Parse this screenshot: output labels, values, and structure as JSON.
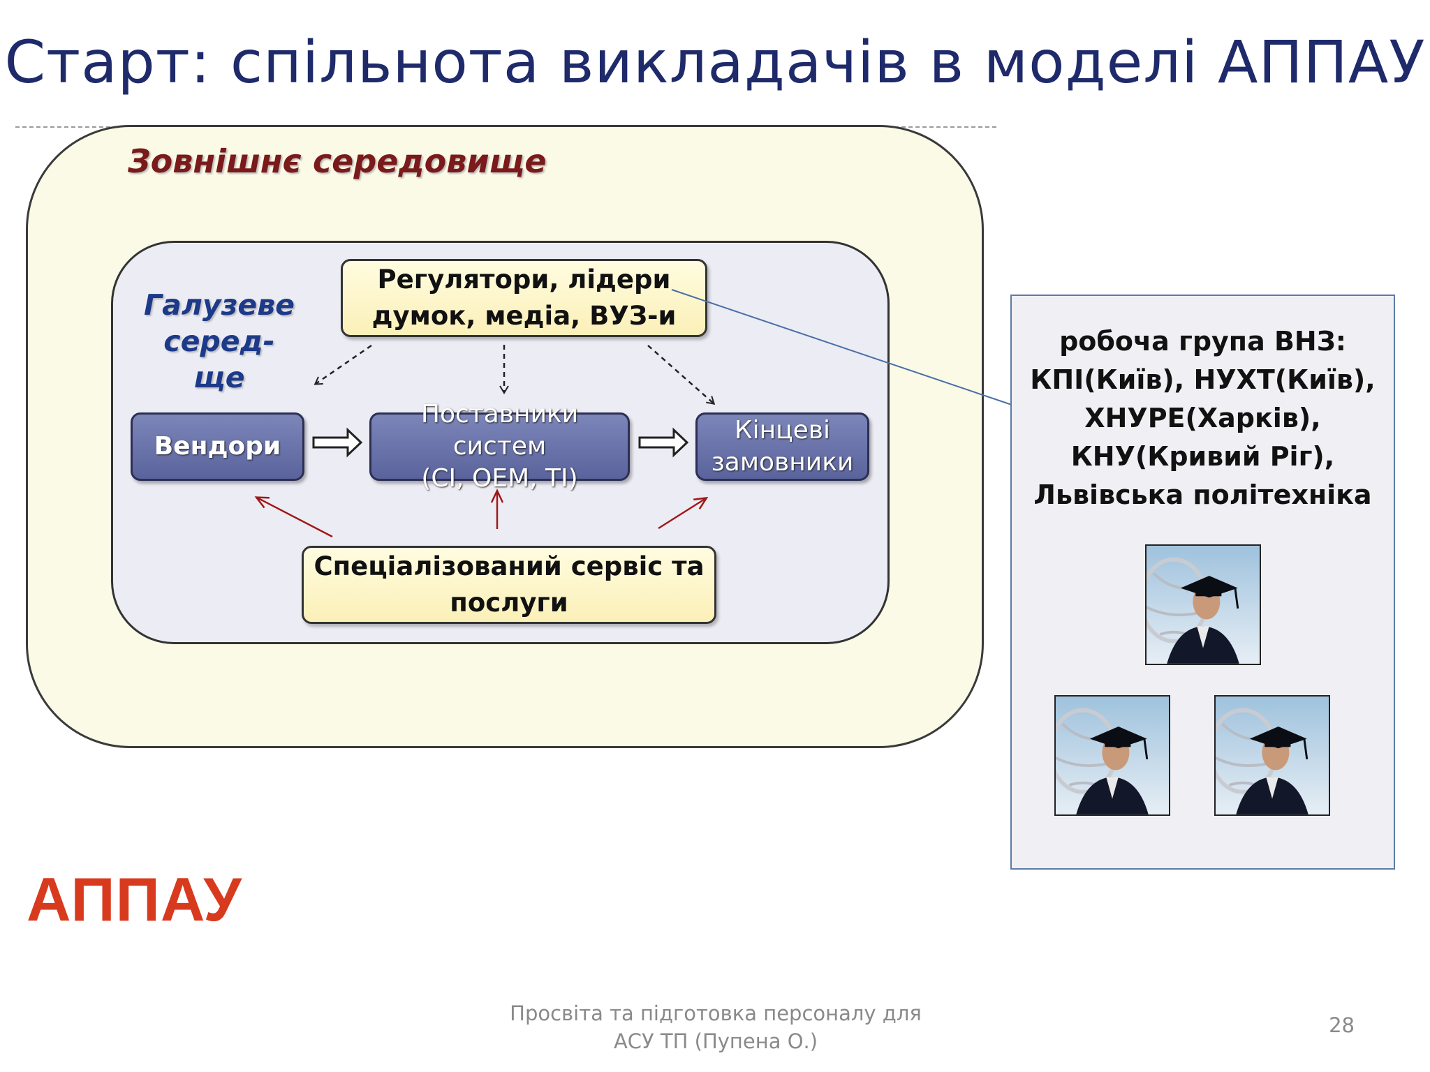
{
  "slide": {
    "title": "Старт: спільнота викладачів в моделі АППАУ",
    "page_number": "28",
    "footer_line1": "Просвіта та підготовка персоналу для",
    "footer_line2": "АСУ ТП (Пупена О.)"
  },
  "diagram": {
    "outer_label": "Зовнішнє середовище",
    "inner_label_line1": "Галузеве",
    "inner_label_line2": "серед-ще",
    "regulators_line1": "Регулятори, лідери",
    "regulators_line2": "думок, медіа, ВУЗ-и",
    "vendors": "Вендори",
    "suppliers_line1": "Поставники систем",
    "suppliers_line2": "(CI, OEM, TI)",
    "customers_line1": "Кінцеві",
    "customers_line2": "замовники",
    "service_line1": "Спеціалізований сервіс та",
    "service_line2": "послуги"
  },
  "panel": {
    "line1": "робоча група ВНЗ:",
    "line2": "КПІ(Київ), НУХТ(Київ),",
    "line3": "ХНУРЕ(Харків),",
    "line4": "КНУ(Кривий Ріг),",
    "line5": "Львівська політехніка",
    "picture_icon": "graduate-photo-icon"
  },
  "logo_text": "АППАУ",
  "colors": {
    "title": "#1f2a6b",
    "logo": "#d83a1e",
    "outer_fill": "#fafae6",
    "blue_box": "#6a73aa",
    "red_arrow": "#a01818"
  }
}
